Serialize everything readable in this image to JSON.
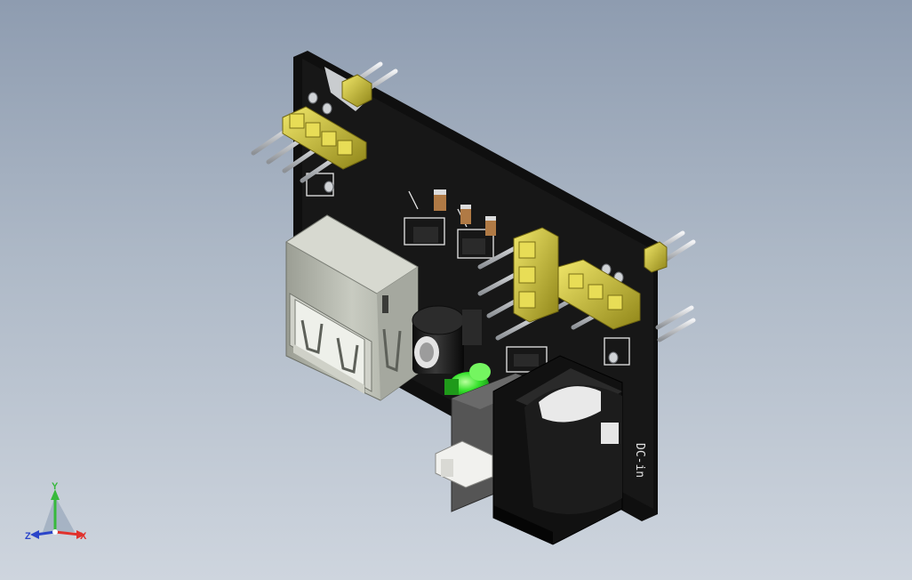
{
  "model": {
    "board_silkscreen": "DC-in"
  },
  "triad": {
    "x_label": "X",
    "y_label": "Y",
    "z_label": "Z"
  },
  "colors": {
    "board": "#151515",
    "usb_shell": "#b9bcb2",
    "header_plastic": "#d8cc3a",
    "pin": "#d9dcdf",
    "led": "#2fe12a",
    "capacitor": "#1c1c1c",
    "barrel_jack": "#1a1a1a",
    "resistor": "#b07a45",
    "axis_x": "#e0322d",
    "axis_y": "#37b93c",
    "axis_z": "#2b45c9"
  }
}
